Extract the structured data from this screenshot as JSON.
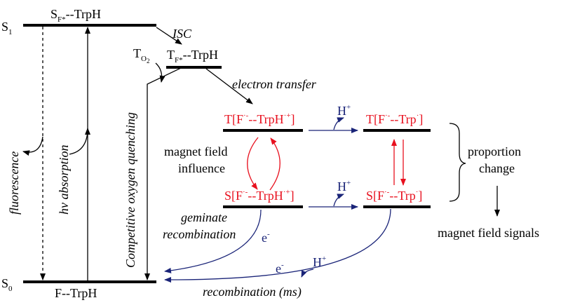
{
  "colors": {
    "black": "#000000",
    "red": "#e8101e",
    "blue": "#1a2478"
  },
  "levels": {
    "s1_label": "S",
    "s1_sub": "1",
    "s1_state_main": "S",
    "s1_state_sub": "F*",
    "s1_state_rest": "--TrpH",
    "s0_label": "S",
    "s0_sub": "0",
    "s0_state": "F--TrpH",
    "t_state_main": "T",
    "t_state_sub": "F*",
    "t_state_rest": "--TrpH",
    "to2_main": "T",
    "to2_sub": "O",
    "to2_subsub": "2"
  },
  "processes": {
    "isc": "ISC",
    "electron_transfer": "electron transfer",
    "fluorescence": "fluorescence",
    "absorption": "hv absorption",
    "quenching": "Competitive oxygen quenching",
    "magnet_field": "magnet field",
    "influence": "influence",
    "geminate": "geminate",
    "recombination": "recombination",
    "recombination_ms": "recombination (ms)",
    "proportion": "proportion",
    "change": "change",
    "signals": "magnet field signals",
    "h_plus": "H",
    "plus": "+",
    "e_minus": "e",
    "minus": "-"
  },
  "radical_pairs": {
    "t_trph": {
      "p1": "T[F",
      "s1": "·-",
      "p2": "--TrpH",
      "s2": "·+",
      "p3": "]"
    },
    "t_trp": {
      "p1": "T[F",
      "s1": "·-",
      "p2": "--Trp",
      "s2": "·",
      "p3": "]"
    },
    "s_trph": {
      "p1": "S[F",
      "s1": "·-",
      "p2": "--TrpH",
      "s2": "·+",
      "p3": "]"
    },
    "s_trp": {
      "p1": "S[F",
      "s1": "·-",
      "p2": "--Trp",
      "s2": "·",
      "p3": "]"
    }
  }
}
